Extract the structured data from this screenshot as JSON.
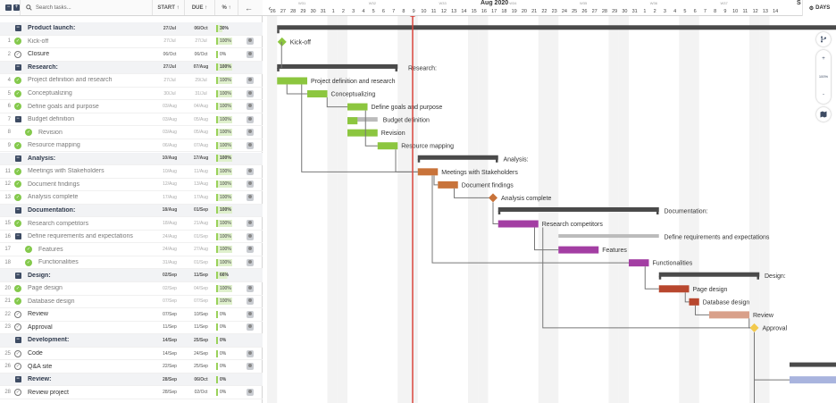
{
  "grid": {
    "search_placeholder": "Search tasks...",
    "col_start": "START ↑",
    "col_due": "DUE ↑",
    "col_pct": "% ↑",
    "back_arrow": "←",
    "rows": [
      {
        "num": "",
        "name": "Product launch:",
        "start": "27/Jul",
        "due": "06/Oct",
        "pct": "30%",
        "type": "group"
      },
      {
        "num": "1",
        "name": "Kick-off",
        "start": "27/Jul",
        "due": "27/Jul",
        "pct": "100%",
        "type": "done"
      },
      {
        "num": "2",
        "name": "Closure",
        "start": "06/Oct",
        "due": "06/Oct",
        "pct": "0%",
        "type": "open"
      },
      {
        "num": "",
        "name": "Research:",
        "start": "27/Jul",
        "due": "07/Aug",
        "pct": "100%",
        "type": "group"
      },
      {
        "num": "4",
        "name": "Project definition and research",
        "start": "27/Jul",
        "due": "29/Jul",
        "pct": "100%",
        "type": "done"
      },
      {
        "num": "5",
        "name": "Conceptualizing",
        "start": "30/Jul",
        "due": "31/Jul",
        "pct": "100%",
        "type": "done"
      },
      {
        "num": "6",
        "name": "Define goals and purpose",
        "start": "03/Aug",
        "due": "04/Aug",
        "pct": "100%",
        "type": "done"
      },
      {
        "num": "7",
        "name": "Budget definition",
        "start": "03/Aug",
        "due": "05/Aug",
        "pct": "100%",
        "type": "donegroup"
      },
      {
        "num": "8",
        "name": "Revision",
        "start": "03/Aug",
        "due": "05/Aug",
        "pct": "100%",
        "type": "donesub"
      },
      {
        "num": "9",
        "name": "Resource mapping",
        "start": "06/Aug",
        "due": "07/Aug",
        "pct": "100%",
        "type": "done"
      },
      {
        "num": "",
        "name": "Analysis:",
        "start": "10/Aug",
        "due": "17/Aug",
        "pct": "100%",
        "type": "group"
      },
      {
        "num": "11",
        "name": "Meetings with Stakeholders",
        "start": "10/Aug",
        "due": "11/Aug",
        "pct": "100%",
        "type": "done"
      },
      {
        "num": "12",
        "name": "Document findings",
        "start": "12/Aug",
        "due": "13/Aug",
        "pct": "100%",
        "type": "done"
      },
      {
        "num": "13",
        "name": "Analysis complete",
        "start": "17/Aug",
        "due": "17/Aug",
        "pct": "100%",
        "type": "done"
      },
      {
        "num": "",
        "name": "Documentation:",
        "start": "18/Aug",
        "due": "01/Sep",
        "pct": "100%",
        "type": "group"
      },
      {
        "num": "15",
        "name": "Research competitors",
        "start": "18/Aug",
        "due": "21/Aug",
        "pct": "100%",
        "type": "done"
      },
      {
        "num": "16",
        "name": "Define requirements and expectations",
        "start": "24/Aug",
        "due": "01/Sep",
        "pct": "100%",
        "type": "donegroup"
      },
      {
        "num": "17",
        "name": "Features",
        "start": "24/Aug",
        "due": "27/Aug",
        "pct": "100%",
        "type": "donesub"
      },
      {
        "num": "18",
        "name": "Functionalities",
        "start": "31/Aug",
        "due": "01/Sep",
        "pct": "100%",
        "type": "donesub"
      },
      {
        "num": "",
        "name": "Design:",
        "start": "02/Sep",
        "due": "11/Sep",
        "pct": "66%",
        "type": "group"
      },
      {
        "num": "20",
        "name": "Page design",
        "start": "02/Sep",
        "due": "04/Sep",
        "pct": "100%",
        "type": "done"
      },
      {
        "num": "21",
        "name": "Database design",
        "start": "07/Sep",
        "due": "07/Sep",
        "pct": "100%",
        "type": "done"
      },
      {
        "num": "22",
        "name": "Review",
        "start": "07/Sep",
        "due": "10/Sep",
        "pct": "0%",
        "type": "open"
      },
      {
        "num": "23",
        "name": "Approval",
        "start": "11/Sep",
        "due": "11/Sep",
        "pct": "0%",
        "type": "open"
      },
      {
        "num": "",
        "name": "Development:",
        "start": "14/Sep",
        "due": "25/Sep",
        "pct": "0%",
        "type": "group"
      },
      {
        "num": "25",
        "name": "Code",
        "start": "14/Sep",
        "due": "24/Sep",
        "pct": "0%",
        "type": "open"
      },
      {
        "num": "26",
        "name": "Q&A site",
        "start": "22/Sep",
        "due": "25/Sep",
        "pct": "0%",
        "type": "open"
      },
      {
        "num": "",
        "name": "Review:",
        "start": "28/Sep",
        "due": "06/Oct",
        "pct": "0%",
        "type": "group"
      },
      {
        "num": "28",
        "name": "Review project",
        "start": "28/Sep",
        "due": "02/Oct",
        "pct": "0%",
        "type": "open"
      }
    ]
  },
  "timeline": {
    "month_label": "Aug 2020",
    "month_label_2": "S",
    "days_button": "DAYS",
    "today_marker": "9",
    "week_labels": [
      "W31",
      "W32",
      "W33",
      "W34",
      "W35",
      "W36",
      "W37"
    ],
    "days": [
      "26",
      "27",
      "28",
      "29",
      "30",
      "31",
      "1",
      "2",
      "3",
      "4",
      "5",
      "6",
      "7",
      "8",
      "9",
      "10",
      "11",
      "12",
      "13",
      "14",
      "15",
      "16",
      "17",
      "18",
      "19",
      "20",
      "21",
      "22",
      "23",
      "24",
      "25",
      "26",
      "27",
      "28",
      "29",
      "30",
      "31",
      "1",
      "2",
      "3",
      "4",
      "5",
      "6",
      "7",
      "8",
      "9",
      "10",
      "11",
      "12",
      "13",
      "14"
    ],
    "zoom_level": "100%",
    "tool_plus": "+",
    "tool_minus": "-",
    "labels": {
      "kickoff": "Kick-off",
      "research": "Research:",
      "pdr": "Project definition and research",
      "concept": "Conceptualizing",
      "goals": "Define goals and purpose",
      "budget": "Budget definition",
      "revision": "Revision",
      "resource": "Resource mapping",
      "analysis": "Analysis:",
      "meetings": "Meetings with Stakeholders",
      "docfind": "Document findings",
      "analysiscomplete": "Analysis complete",
      "documentation": "Documentation:",
      "competitors": "Research competitors",
      "requirements": "Define requirements and expectations",
      "features": "Features",
      "functionalities": "Functionalities",
      "design": "Design:",
      "pagedesign": "Page design",
      "dbdesign": "Database design",
      "review": "Review",
      "approval": "Approval"
    },
    "colors": {
      "research": "#8cc63f",
      "analysis": "#c8733a",
      "documentation": "#a33ea3",
      "design": "#b8472e",
      "review_bar": "#d9a08a",
      "development": "#a9b4de",
      "approval": "#f2c94c",
      "today": "#d9463e",
      "group": "#4a4a4a"
    }
  }
}
